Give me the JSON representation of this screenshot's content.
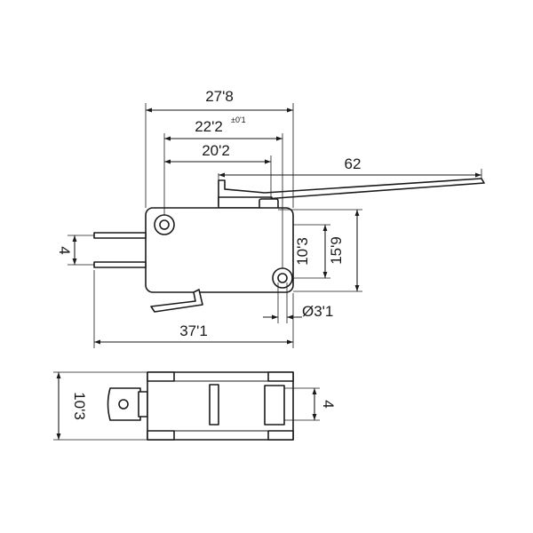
{
  "dimensions": {
    "overall_width": "27'8",
    "hole_to_hole": "22'2",
    "hole_to_hole_tolerance": "±0'1",
    "hole_to_plunger": "20'2",
    "lever_length": "62",
    "terminal_pitch": "4",
    "hole_height": "10'3",
    "plunger_height": "15'9",
    "hole_diameter": "Ø3'1",
    "overall_length": "37'1",
    "body_thickness": "10'3",
    "terminal_width": "4"
  }
}
